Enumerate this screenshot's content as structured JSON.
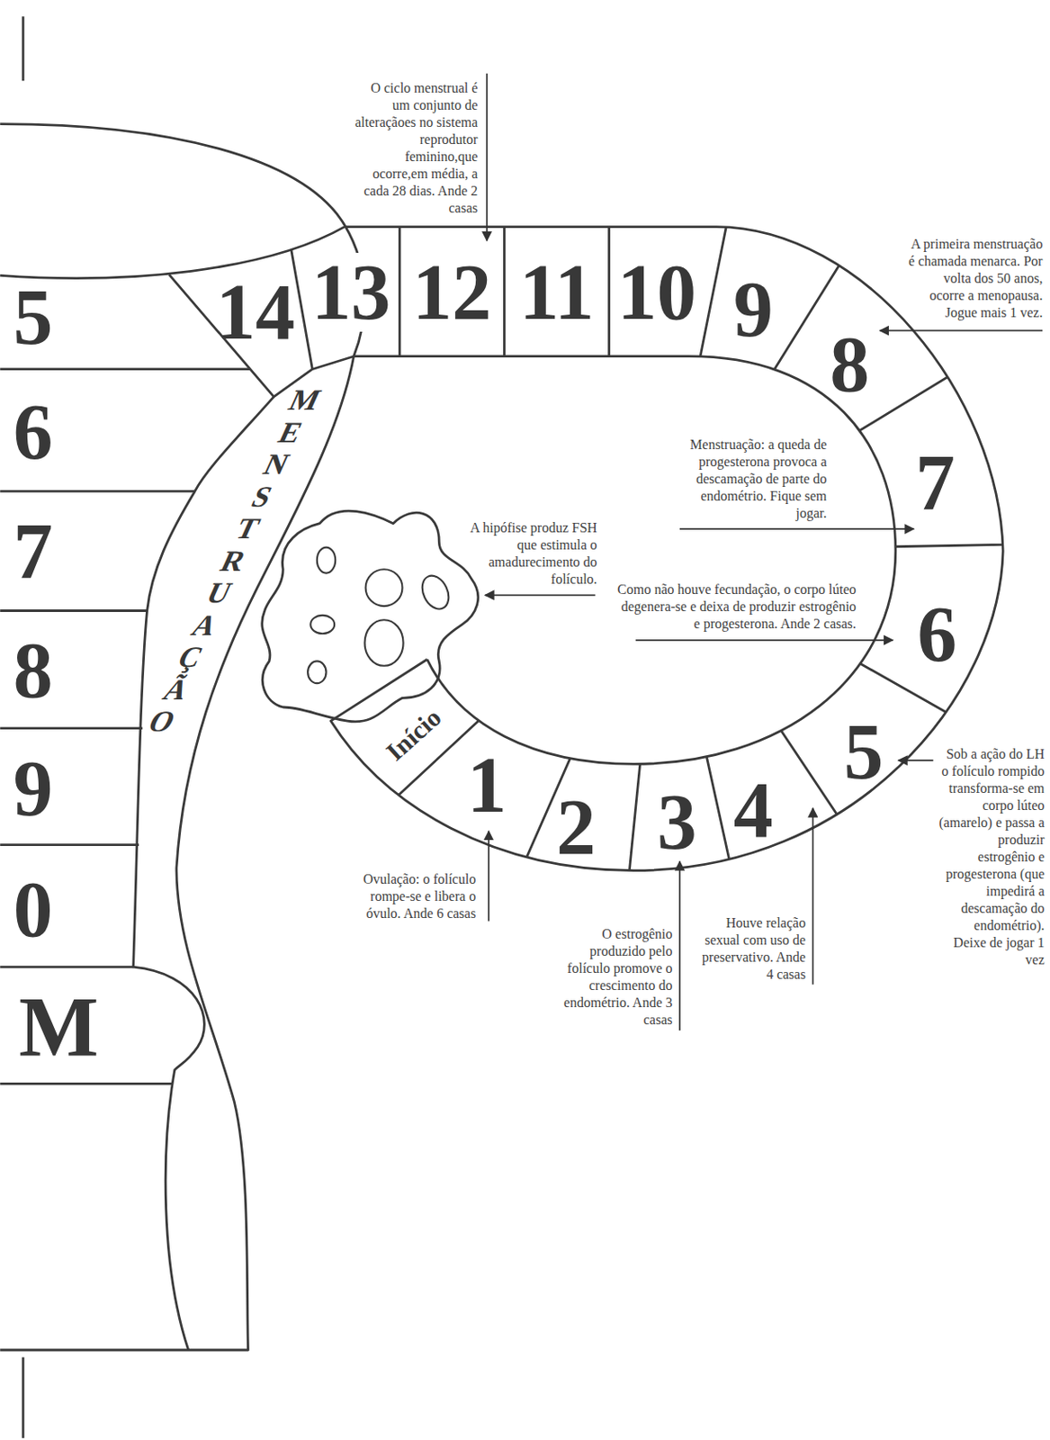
{
  "diagram": {
    "nodes": [
      {
        "text": [
          "Início"
        ]
      },
      {
        "text": [
          "1"
        ]
      },
      {
        "text": [
          "2"
        ]
      },
      {
        "text": [
          "3"
        ]
      },
      {
        "text": [
          "4"
        ]
      },
      {
        "text": [
          "5"
        ]
      },
      {
        "text": [
          "6"
        ]
      },
      {
        "text": [
          "7"
        ]
      },
      {
        "text": [
          "8"
        ]
      },
      {
        "text": [
          "9"
        ]
      },
      {
        "text": [
          "10"
        ]
      },
      {
        "text": [
          "11"
        ]
      },
      {
        "text": [
          "12"
        ]
      },
      {
        "text": [
          "13"
        ]
      },
      {
        "text": [
          "14"
        ]
      },
      {
        "text": [
          "MENSTRUAÇÃO"
        ]
      },
      {
        "text": [
          "5"
        ]
      },
      {
        "text": [
          "6"
        ]
      },
      {
        "text": [
          "7"
        ]
      },
      {
        "text": [
          "8"
        ]
      },
      {
        "text": [
          "9"
        ]
      },
      {
        "text": [
          "0"
        ]
      },
      {
        "text": [
          "M"
        ]
      }
    ],
    "labels": [
      "O ciclo menstrual é um conjunto de alteraçãoes no sistema reprodutor feminino,que ocorre,em média, a cada 28 dias. Ande 2 casas",
      "A primeira menstruação é chamada menarca. Por volta dos 50 anos, ocorre a menopausa. Jogue mais 1 vez.",
      "Menstruação: a queda de progesterona provoca a descamação de parte do endométrio. Fique sem jogar.",
      "A hipófise produz FSH que estimula o amadurecimento do folículo.",
      "Como não houve fecundação, o corpo lúteo degenera-se e deixa de produzir estrogênio e progesterona. Ande 2 casas.",
      "Sob a ação do LH o folículo rompido transforma-se em corpo lúteo (amarelo) e passa a produzir estrogênio e progesterona (que impedirá a descamação do endométrio). Deixe de jogar 1 vez",
      "Ovulação: o folículo rompe-se e libera o óvulo. Ande 6 casas",
      "O estrogênio produzido pelo folículo promove o crescimento do endométrio. Ande 3 casas",
      "Houve relação sexual com uso de preservativo. Ande 4 casas"
    ]
  }
}
